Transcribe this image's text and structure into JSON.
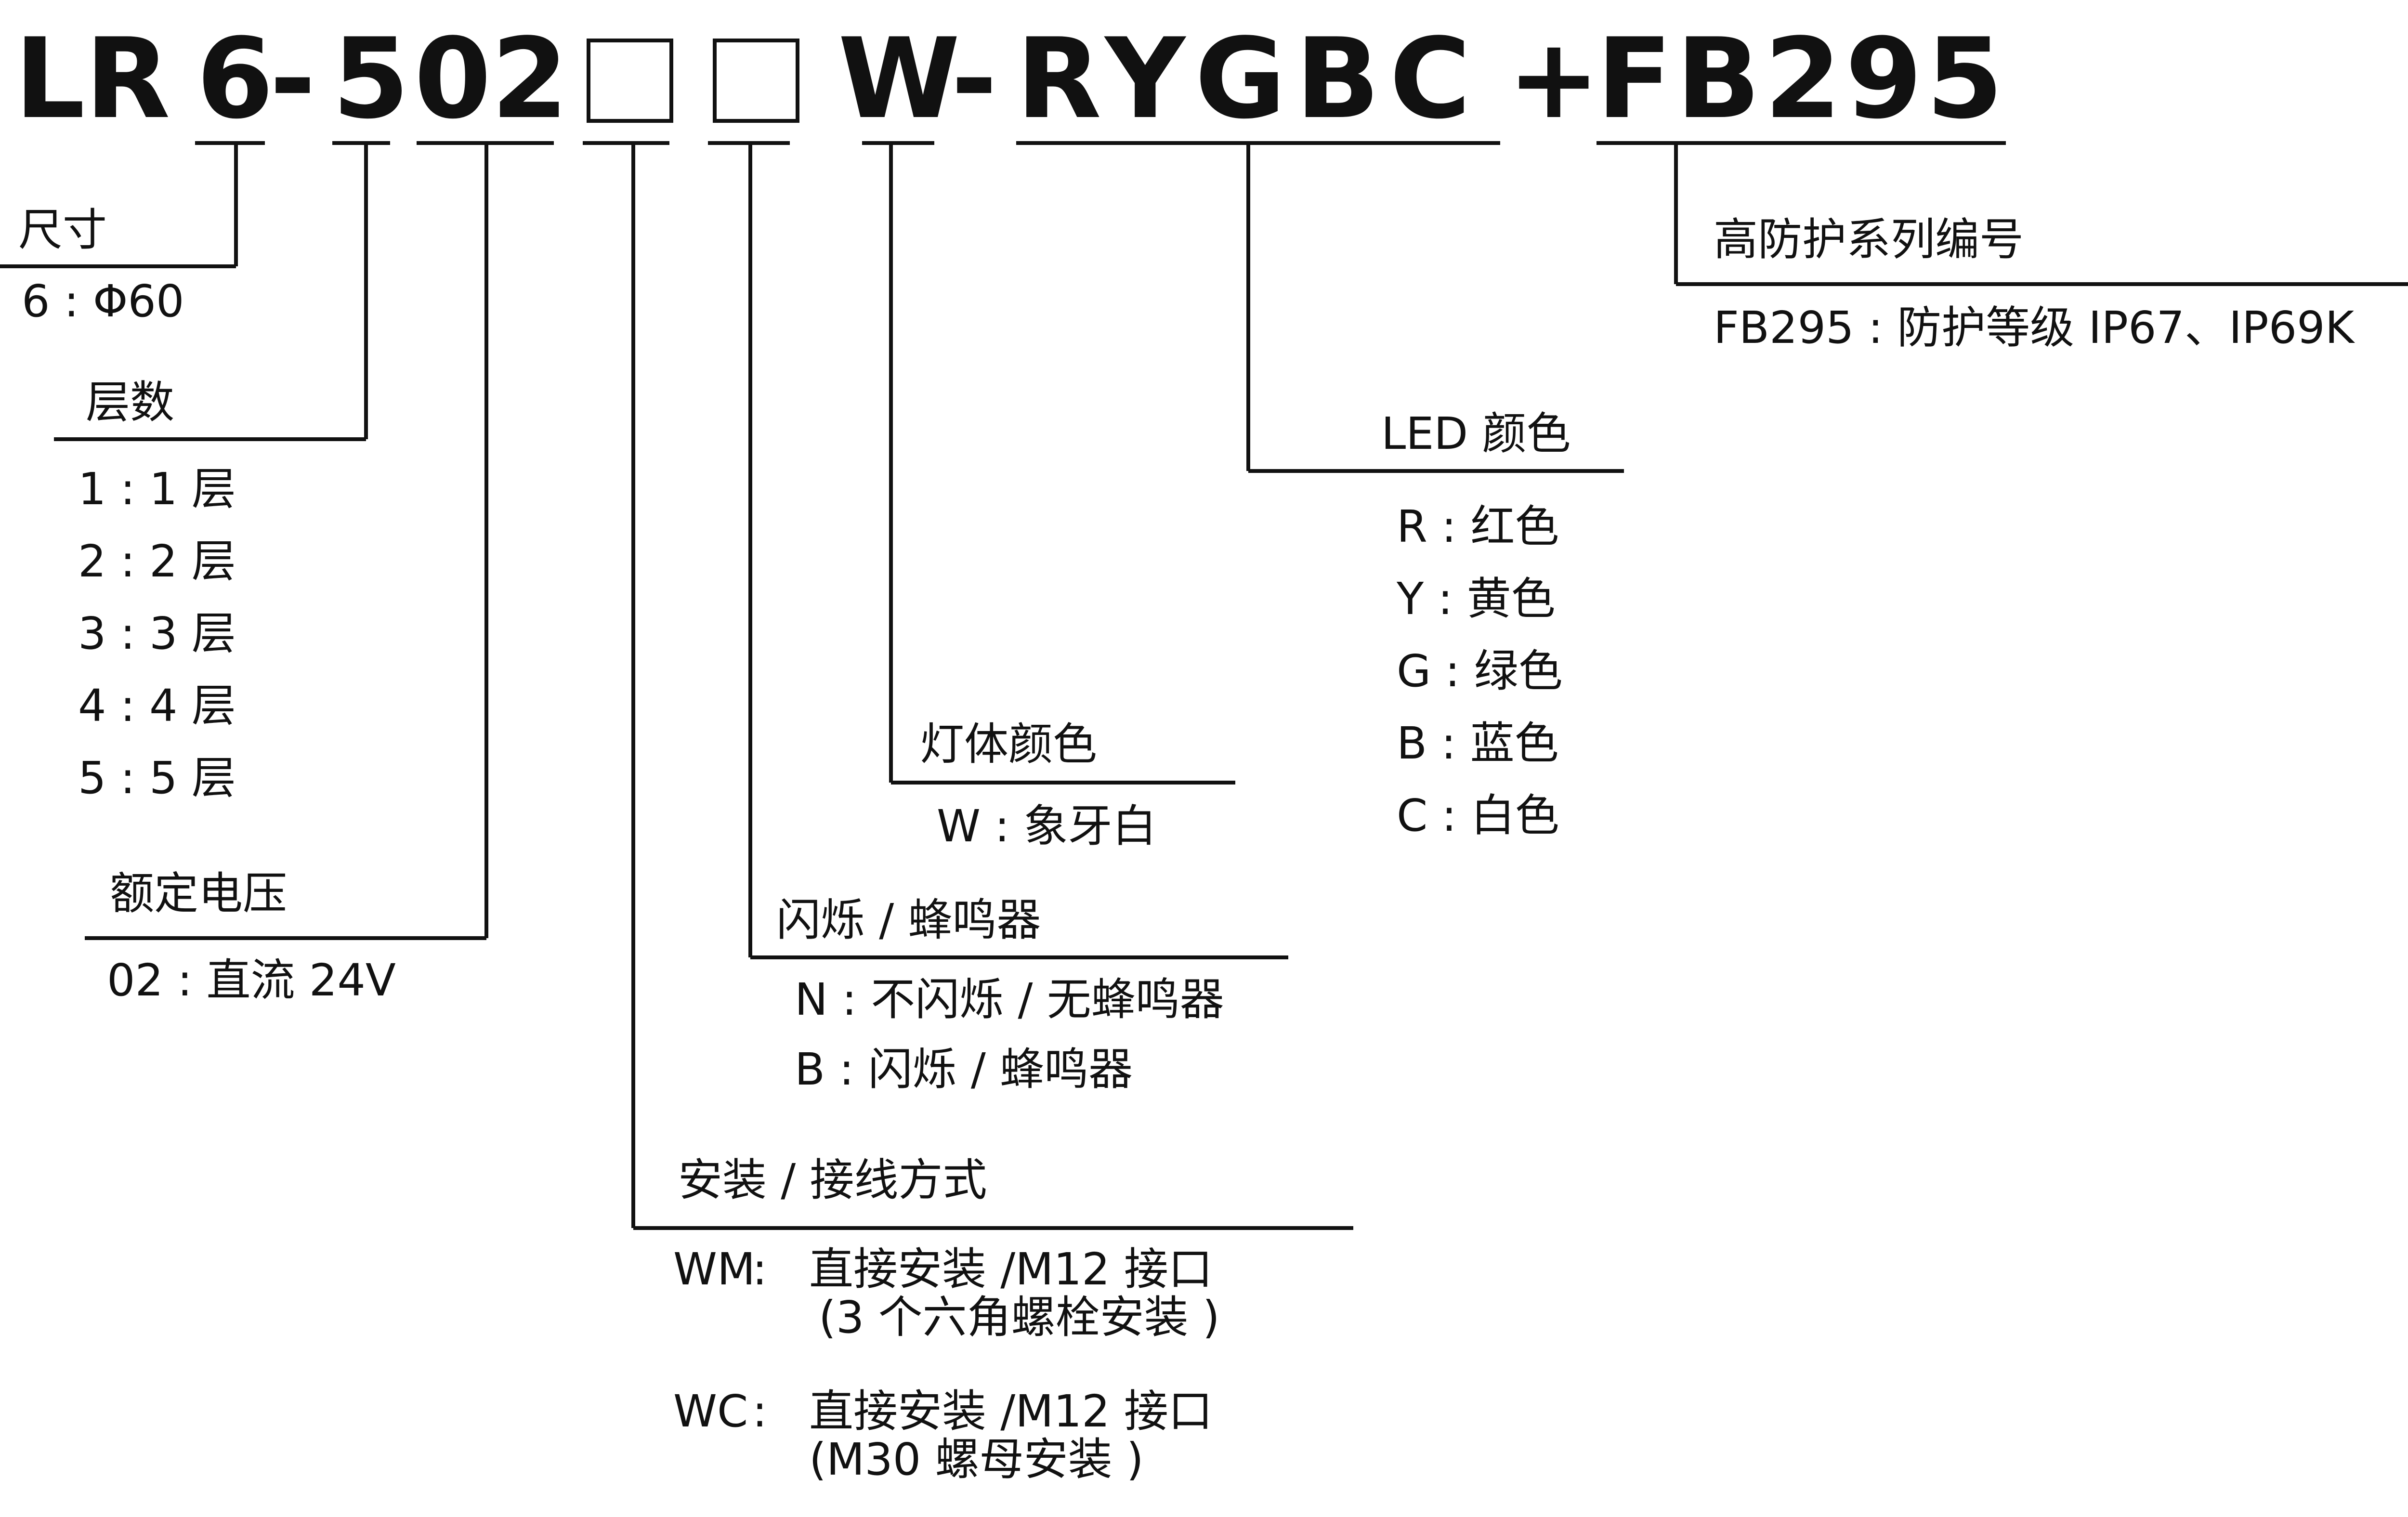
{
  "colors": {
    "ink": "#111111",
    "background": "#ffffff"
  },
  "model_code": {
    "prefix": "LR",
    "size": "6",
    "dash1": "-",
    "layers": "5",
    "voltage": "02",
    "mount_placeholder": "□",
    "flash_placeholder": "□",
    "body_color": "W",
    "dash2": "-",
    "led_colors": "RYGBC",
    "plus": "+",
    "series": "FB295"
  },
  "size": {
    "title": "尺寸",
    "options": [
      "6 : Φ60"
    ]
  },
  "layers": {
    "title": "层数",
    "options": [
      "1 : 1 层",
      "2 : 2 层",
      "3 : 3 层",
      "4 : 4 层",
      "5 : 5 层"
    ]
  },
  "voltage": {
    "title": "额定电压",
    "options": [
      "02 : 直流 24V"
    ]
  },
  "mounting": {
    "title": "安装 / 接线方式",
    "options": [
      {
        "code": "WM",
        "line1": "直接安装 /M12 接口",
        "line2": "(3 个六角螺栓安装 )"
      },
      {
        "code": "WC",
        "line1": "直接安装 /M12 接口",
        "line2": "(M30 螺母安装 )"
      }
    ]
  },
  "flash_buzzer": {
    "title": "闪烁 / 蜂鸣器",
    "options": [
      "N : 不闪烁 / 无蜂鸣器",
      "B : 闪烁 / 蜂鸣器"
    ]
  },
  "body_color": {
    "title": "灯体颜色",
    "options": [
      "W : 象牙白"
    ]
  },
  "led_color": {
    "title": "LED 颜色",
    "options": [
      "R : 红色",
      "Y : 黄色",
      "G : 绿色",
      "B : 蓝色",
      "C : 白色"
    ]
  },
  "protection": {
    "title": "高防护系列编号",
    "options": [
      "FB295 : 防护等级 IP67、IP69K"
    ]
  }
}
